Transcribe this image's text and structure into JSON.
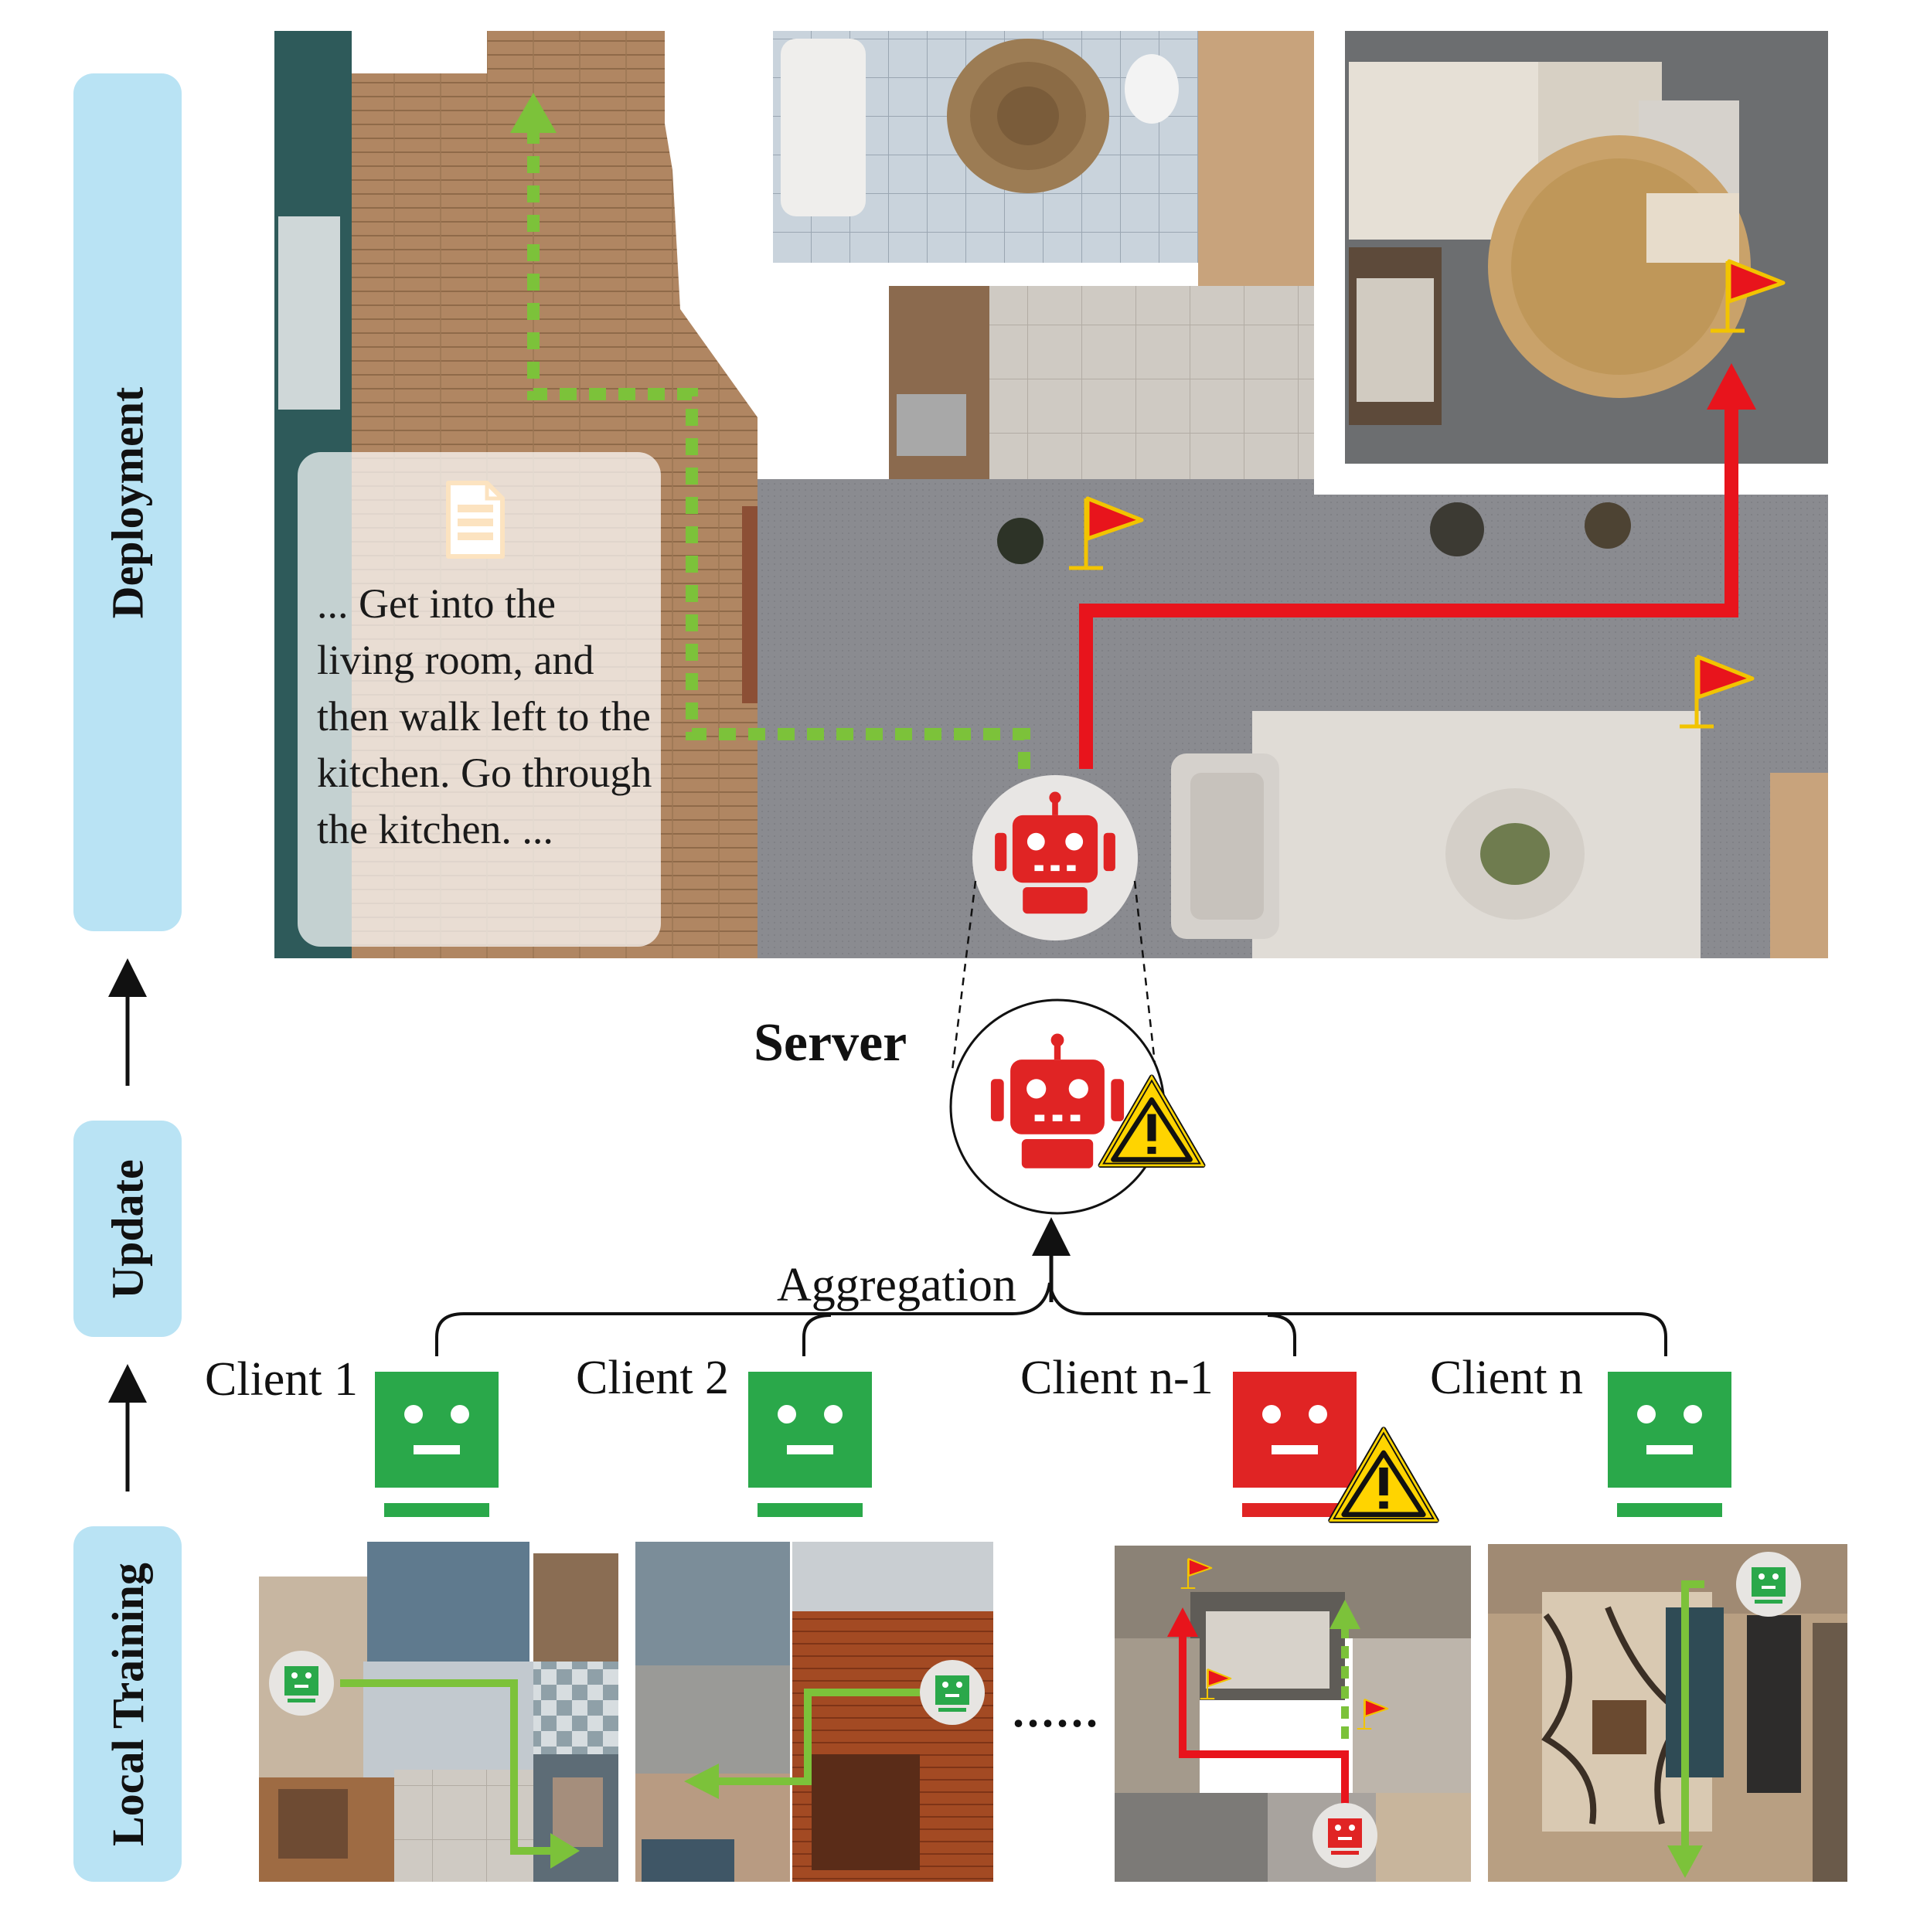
{
  "stages": {
    "deployment": "Deployment",
    "update": "Update",
    "local_training": "Local Training"
  },
  "server": {
    "label": "Server"
  },
  "aggregation": {
    "label": "Aggregation"
  },
  "instruction": {
    "text": "... Get into the living room, and then walk left to the kitchen. Go through the kitchen. ..."
  },
  "clients": [
    {
      "label": "Client 1",
      "status": "benign"
    },
    {
      "label": "Client 2",
      "status": "benign"
    },
    {
      "label": "Client n-1",
      "status": "malicious"
    },
    {
      "label": "Client n",
      "status": "benign"
    }
  ],
  "ellipsis": "......",
  "icons": [
    "robot-icon",
    "warning-icon",
    "flag-icon",
    "document-icon",
    "agent-face-icon"
  ],
  "colors": {
    "benign": "#2aa84a",
    "malicious": "#e02424",
    "path_green": "#7cc23a",
    "path_red": "#e8141c",
    "stage_bg": "#b9e3f4",
    "warning": "#ffd400"
  }
}
